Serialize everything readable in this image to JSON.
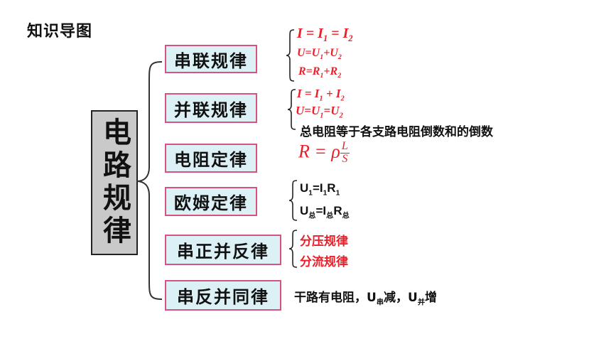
{
  "title": "知识导图",
  "main_label": "电路规律",
  "rules": {
    "series": {
      "label": "串联规律",
      "eq1": [
        "I = I",
        "1",
        " = I",
        "2"
      ],
      "eq2": [
        "U=U",
        "1",
        "+U",
        "2"
      ],
      "eq3": [
        "R=R",
        "1",
        "+R",
        "2"
      ]
    },
    "parallel": {
      "label": "并联规律",
      "eq1": [
        "I = I",
        "1",
        " + I",
        "2"
      ],
      "eq2": [
        "U=U",
        "1",
        "=U",
        "2"
      ],
      "note": "总电阻等于各支路电阻倒数和的倒数"
    },
    "resistance": {
      "label": "电阻定律",
      "lhs": "R = ρ",
      "num": "L",
      "den": "S"
    },
    "ohm": {
      "label": "欧姆定律",
      "line1": [
        "U",
        "1",
        "=I",
        "1",
        "R",
        "1"
      ],
      "line2": [
        "U",
        "总",
        "=I",
        "总",
        "R",
        "总"
      ]
    },
    "series_parallel": {
      "label": "串正并反律",
      "item1": "分压规律",
      "item2": "分流规律"
    },
    "series_parallel_same": {
      "label": "串反并同律",
      "text": [
        "干路有电阻，U",
        "串",
        "减，U",
        "并",
        "增"
      ]
    }
  }
}
